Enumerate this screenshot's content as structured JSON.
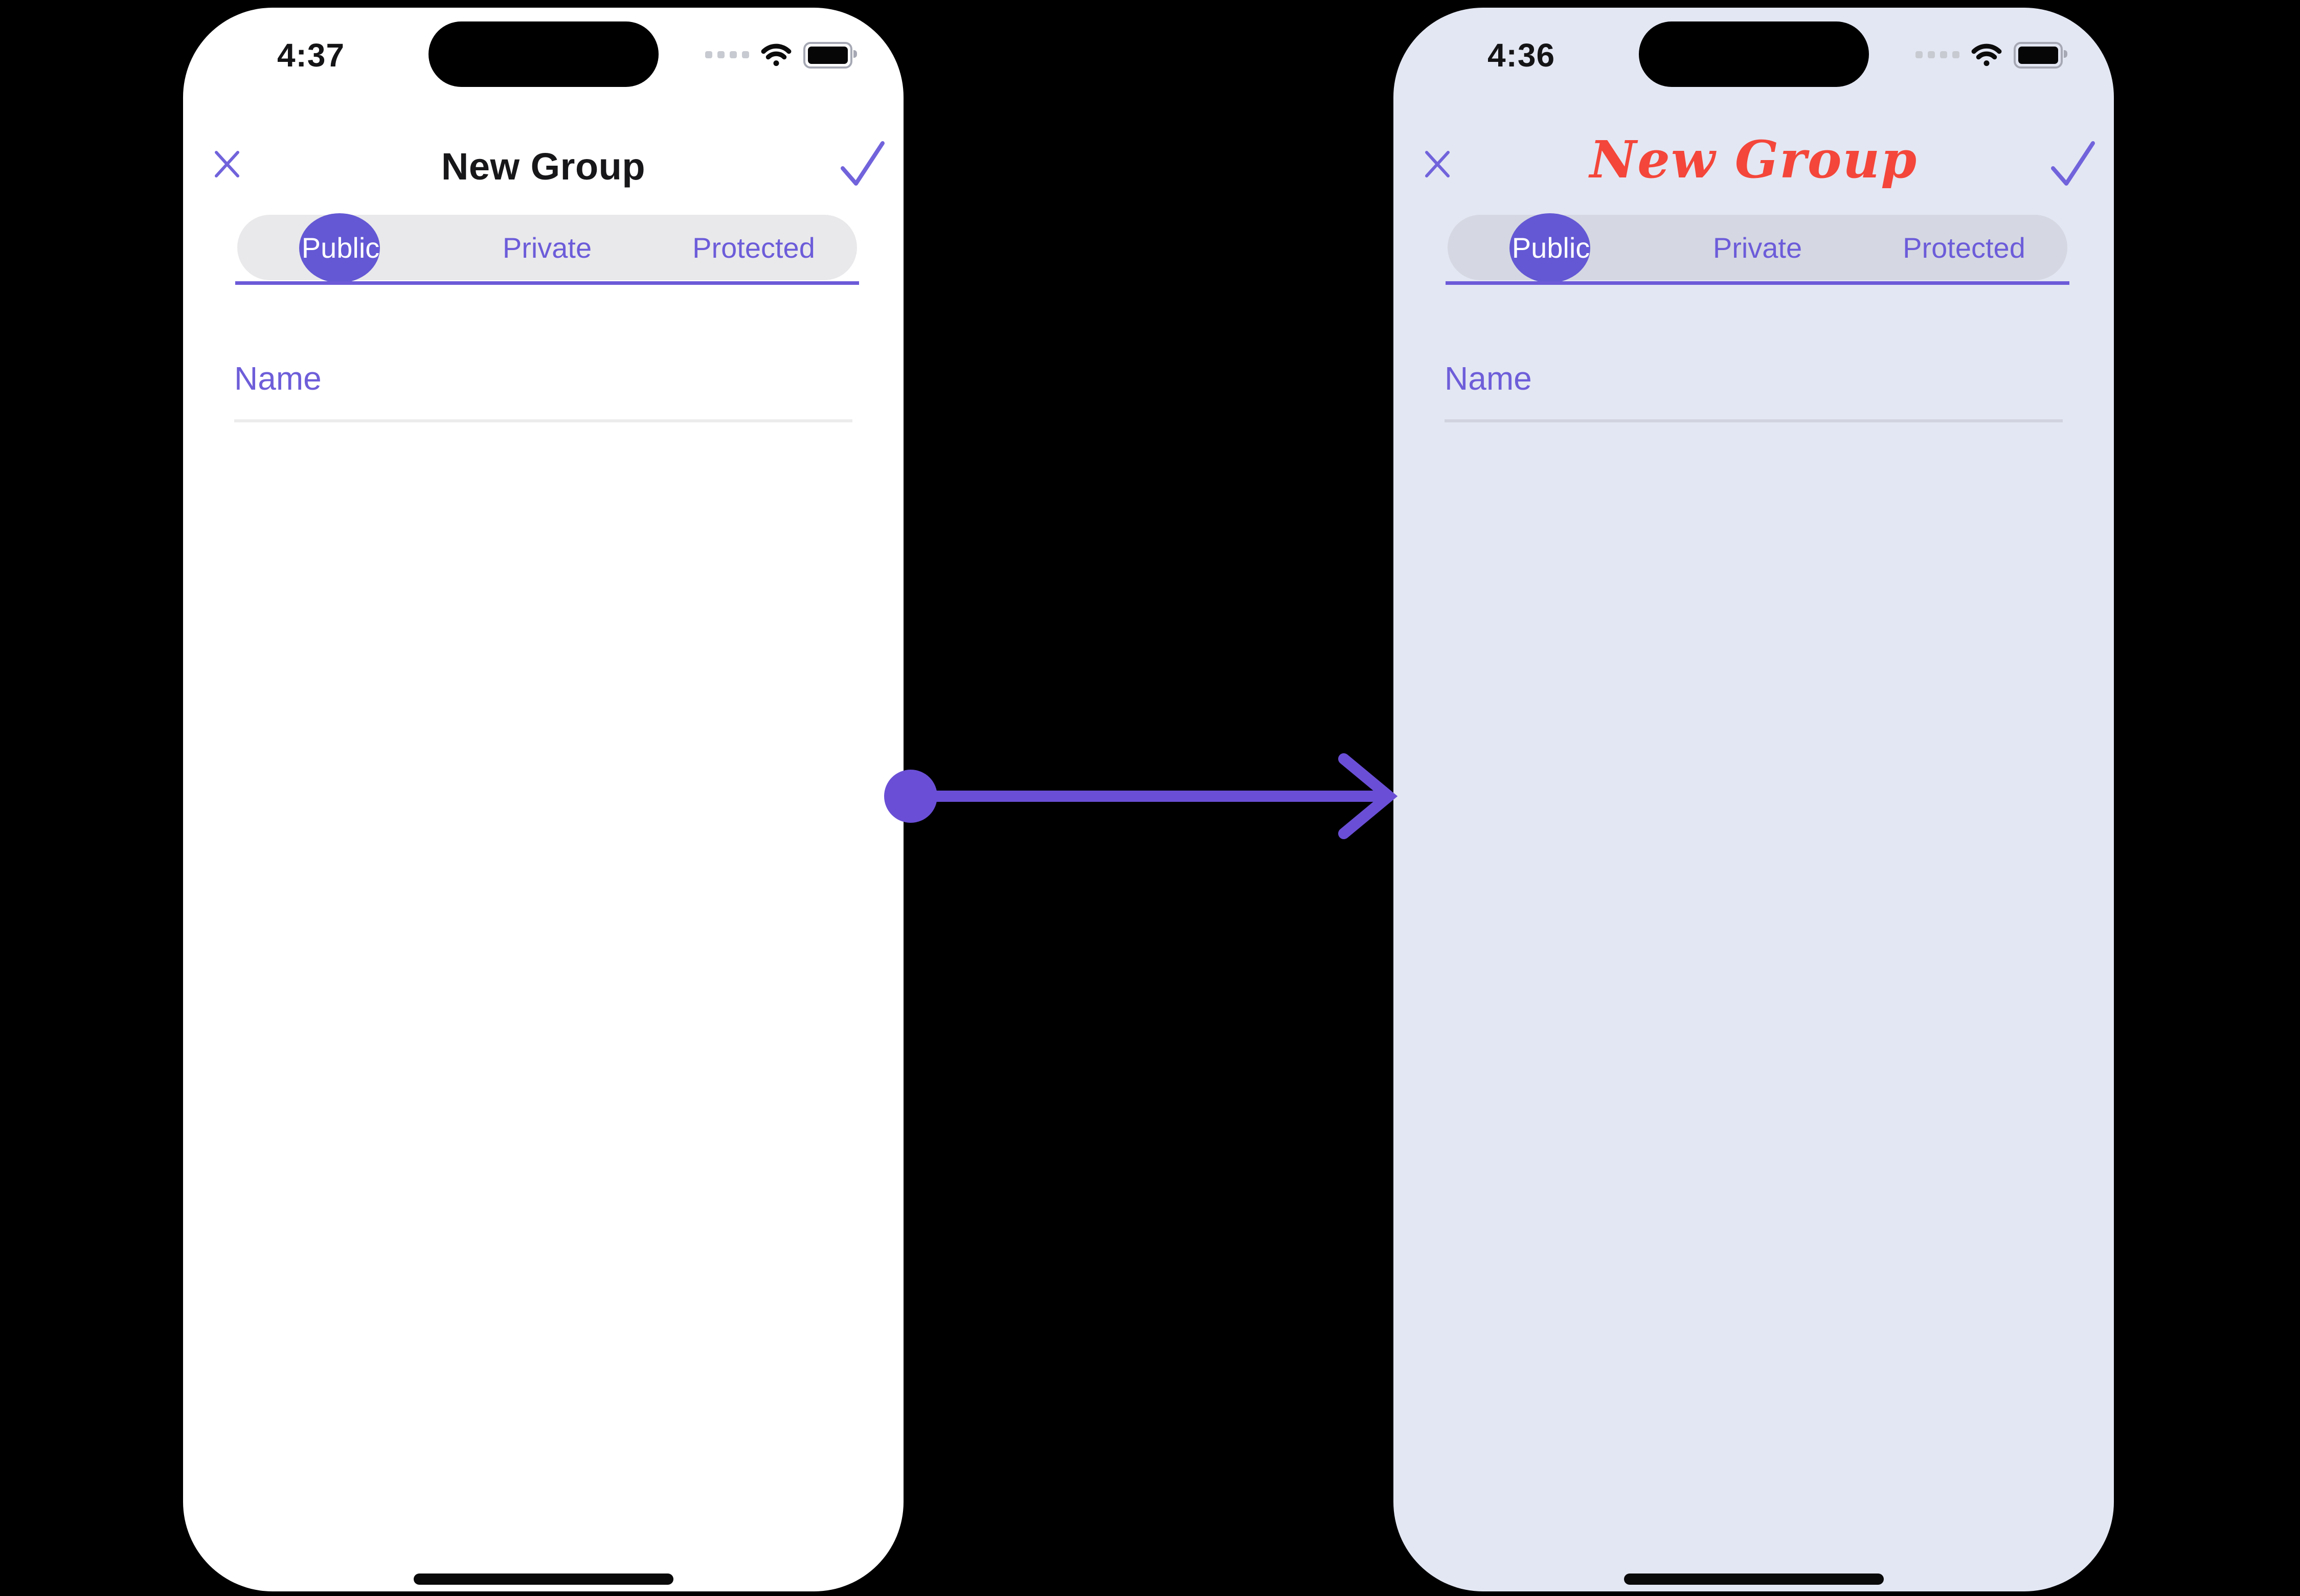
{
  "colors": {
    "accent_purple": "#6C5CD9",
    "selected_pill_purple": "#6458D4",
    "arrow_purple": "#6A4FD6",
    "title_red": "#F4463A",
    "left_phone_bg": "#FFFFFF",
    "right_phone_bg": "#E3E7F3",
    "left_segment_bg": "#E9E9EB",
    "right_segment_bg": "#D5D8E2"
  },
  "left_phone": {
    "time": "4:37",
    "title": "New Group",
    "tabs": [
      "Public",
      "Private",
      "Protected"
    ],
    "selected_tab": "Public",
    "name_placeholder": "Name"
  },
  "right_phone": {
    "time": "4:36",
    "title": "New Group",
    "tabs": [
      "Public",
      "Private",
      "Protected"
    ],
    "selected_tab": "Public",
    "name_placeholder": "Name"
  },
  "icons": {
    "close": "close-icon",
    "confirm": "check-icon",
    "cellular": "cellular-dots-icon",
    "wifi": "wifi-icon",
    "battery": "battery-icon",
    "transition": "arrow-right-icon"
  }
}
